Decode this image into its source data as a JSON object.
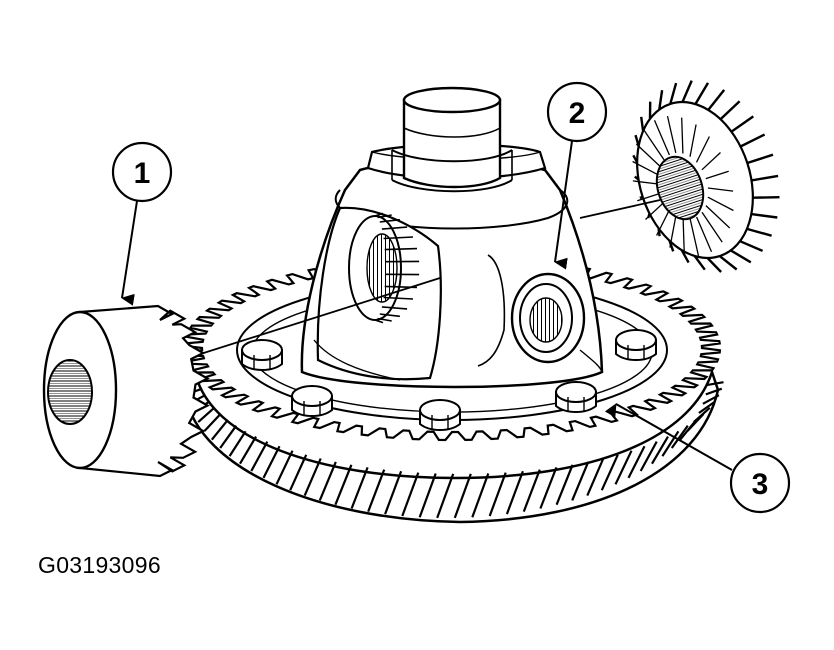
{
  "figure_id": "G03193096",
  "callouts": [
    {
      "number": "1"
    },
    {
      "number": "2"
    },
    {
      "number": "3"
    }
  ],
  "colors": {
    "ink": "#000000",
    "background": "#ffffff",
    "shade": "#c8c8c8"
  }
}
